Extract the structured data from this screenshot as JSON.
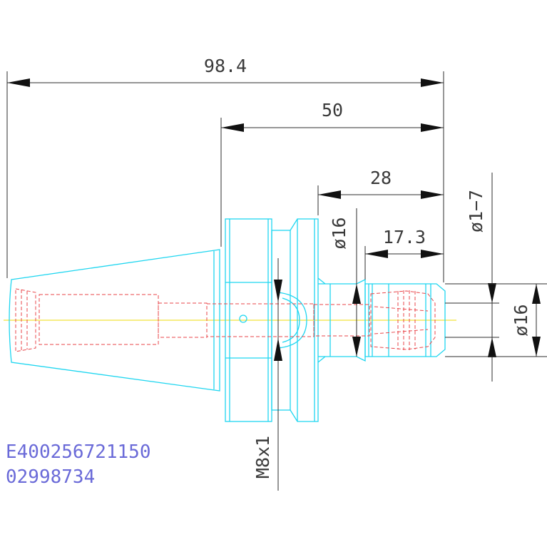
{
  "dimensions": {
    "overall_length": "98.4",
    "length_50": "50",
    "length_28": "28",
    "length_17_3": "17.3",
    "shank_diameter": "ø16",
    "nose_diameter": "ø16",
    "clamping_range": "ø1−7",
    "thread": "M8x1"
  },
  "part_codes": {
    "article_number": "E400256721150",
    "order_number": "02998734"
  },
  "colors": {
    "outline": "#1fd6f0",
    "hidden_lines": "#e8464a",
    "centerline": "#f2e23a",
    "dimension": "#2e2e2e",
    "codes": "#6a6ad8"
  }
}
